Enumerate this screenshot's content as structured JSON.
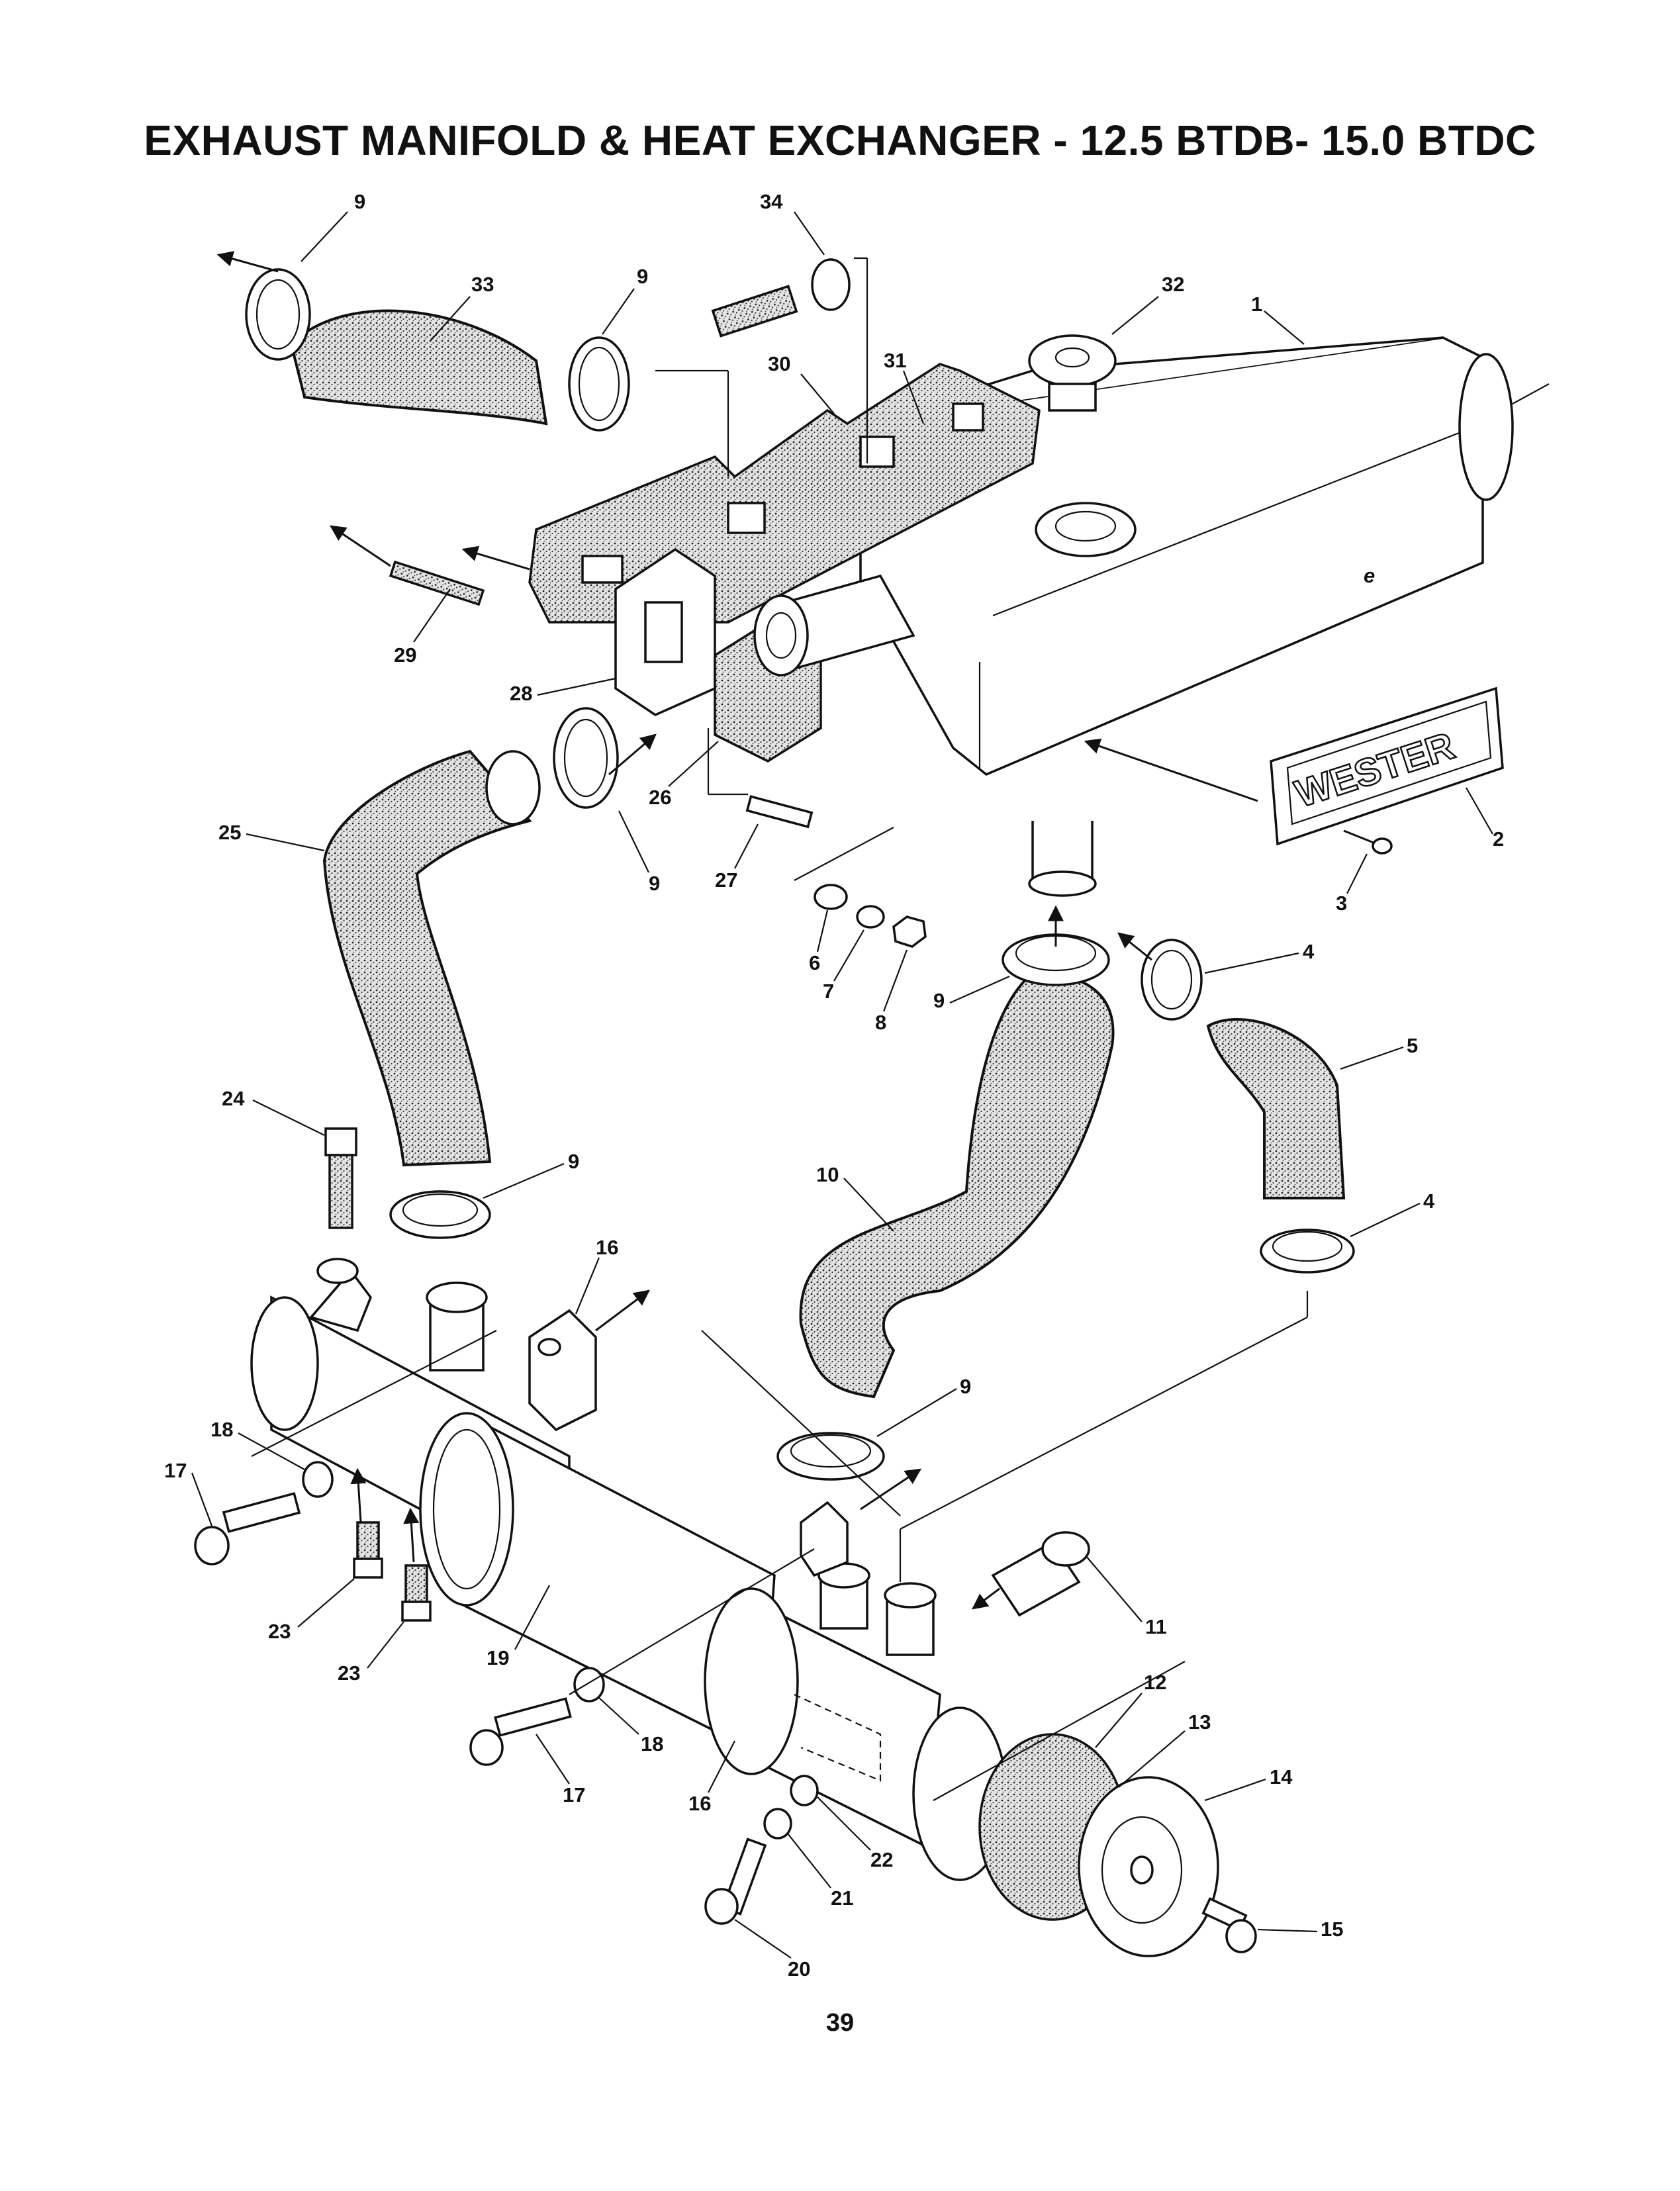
{
  "page": {
    "title": "EXHAUST MANIFOLD & HEAT EXCHANGER - 12.5 BTDB- 15.0 BTDC",
    "page_number": "39",
    "nameplate_text": "WESTER",
    "manifold_mark": "e"
  },
  "callouts": [
    {
      "id": "c-9a",
      "label": "9"
    },
    {
      "id": "c-34",
      "label": "34"
    },
    {
      "id": "c-33",
      "label": "33"
    },
    {
      "id": "c-9b",
      "label": "9"
    },
    {
      "id": "c-32",
      "label": "32"
    },
    {
      "id": "c-1",
      "label": "1"
    },
    {
      "id": "c-30",
      "label": "30"
    },
    {
      "id": "c-31",
      "label": "31"
    },
    {
      "id": "c-29",
      "label": "29"
    },
    {
      "id": "c-28",
      "label": "28"
    },
    {
      "id": "c-26",
      "label": "26"
    },
    {
      "id": "c-25",
      "label": "25"
    },
    {
      "id": "c-9c",
      "label": "9"
    },
    {
      "id": "c-27",
      "label": "27"
    },
    {
      "id": "c-2",
      "label": "2"
    },
    {
      "id": "c-3",
      "label": "3"
    },
    {
      "id": "c-6",
      "label": "6"
    },
    {
      "id": "c-7",
      "label": "7"
    },
    {
      "id": "c-8",
      "label": "8"
    },
    {
      "id": "c-4a",
      "label": "4"
    },
    {
      "id": "c-9d",
      "label": "9"
    },
    {
      "id": "c-5",
      "label": "5"
    },
    {
      "id": "c-24",
      "label": "24"
    },
    {
      "id": "c-9e",
      "label": "9"
    },
    {
      "id": "c-10",
      "label": "10"
    },
    {
      "id": "c-4b",
      "label": "4"
    },
    {
      "id": "c-16a",
      "label": "16"
    },
    {
      "id": "c-9f",
      "label": "9"
    },
    {
      "id": "c-18a",
      "label": "18"
    },
    {
      "id": "c-17a",
      "label": "17"
    },
    {
      "id": "c-23a",
      "label": "23"
    },
    {
      "id": "c-23b",
      "label": "23"
    },
    {
      "id": "c-19",
      "label": "19"
    },
    {
      "id": "c-11",
      "label": "11"
    },
    {
      "id": "c-12",
      "label": "12"
    },
    {
      "id": "c-13",
      "label": "13"
    },
    {
      "id": "c-14",
      "label": "14"
    },
    {
      "id": "c-18b",
      "label": "18"
    },
    {
      "id": "c-17b",
      "label": "17"
    },
    {
      "id": "c-16b",
      "label": "16"
    },
    {
      "id": "c-22",
      "label": "22"
    },
    {
      "id": "c-21",
      "label": "21"
    },
    {
      "id": "c-15",
      "label": "15"
    },
    {
      "id": "c-20",
      "label": "20"
    }
  ]
}
